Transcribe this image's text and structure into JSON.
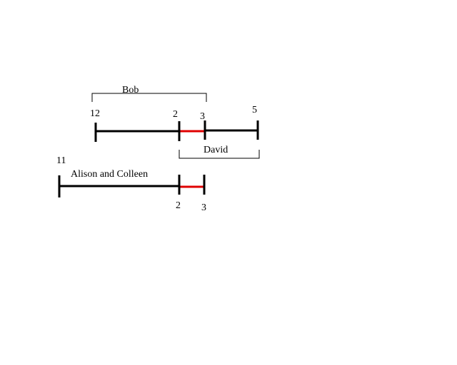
{
  "diagram": {
    "line_color": "#000000",
    "overlap_color": "#e00000",
    "bracket_bob": {
      "label": "Bob"
    },
    "bracket_david": {
      "label": "David"
    },
    "timeline_top": {
      "ticks": [
        "12",
        "2",
        "3",
        "5"
      ]
    },
    "timeline_bottom": {
      "label": "Alison and Colleen",
      "ticks": [
        "11",
        "2",
        "3"
      ]
    }
  }
}
